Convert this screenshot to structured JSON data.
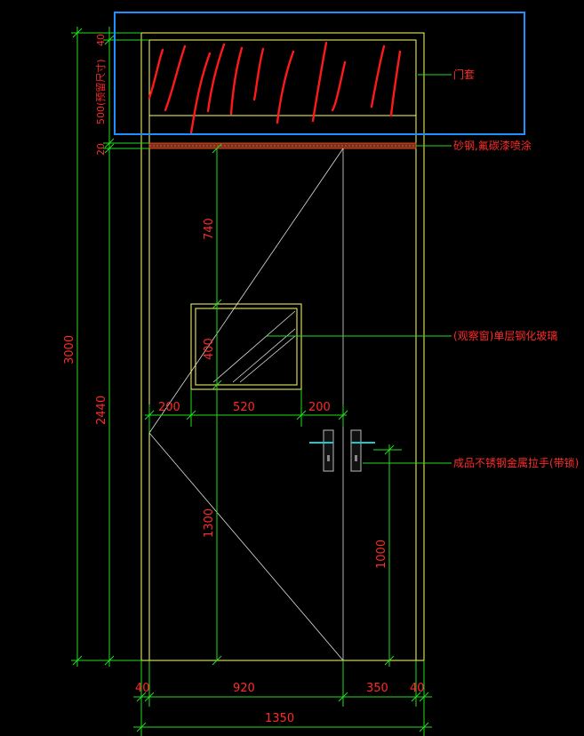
{
  "dims": {
    "top_40": "40",
    "top_500": "500(预留尺寸)",
    "mid_20": "20",
    "total_3000": "3000",
    "door_2440": "2440",
    "upper_740": "740",
    "window_400": "400",
    "lower_1300": "1300",
    "handle_1000": "1000",
    "win_left_200": "200",
    "win_520": "520",
    "win_right_200": "200",
    "bot_left_40": "40",
    "bot_920": "920",
    "bot_350": "350",
    "bot_right_40": "40",
    "total_1350": "1350"
  },
  "notes": {
    "transom": "门套",
    "steel": "砂钢,氟碳漆喷涂",
    "window": "(观察窗)单层钢化玻璃",
    "handle": "成品不锈钢金属拉手(带锁)"
  },
  "colors": {
    "dimension": "#22dd22",
    "outline": "#ffff66",
    "text": "#ff2a2a",
    "highlight": "#1e90ff",
    "markup": "#ff1a1a"
  }
}
